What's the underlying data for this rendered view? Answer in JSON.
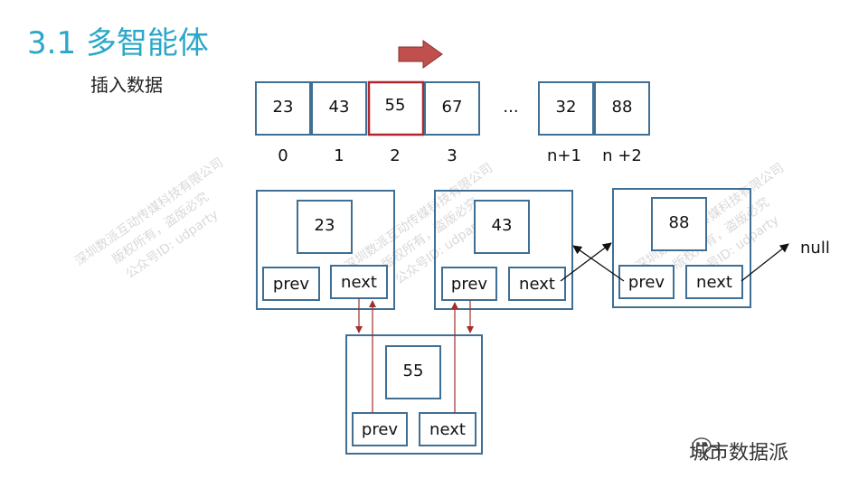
{
  "title": "3.1 多智能体",
  "subtitle": "插入数据",
  "array": {
    "cells": [
      {
        "value": "23",
        "index": "0",
        "highlight": false
      },
      {
        "value": "43",
        "index": "1",
        "highlight": false
      },
      {
        "value": "55",
        "index": "2",
        "highlight": true
      },
      {
        "value": "67",
        "index": "3",
        "highlight": false
      },
      {
        "value": "32",
        "index": "n+1",
        "highlight": false
      },
      {
        "value": "88",
        "index": "n +2",
        "highlight": false
      }
    ],
    "ellipsis": "..."
  },
  "nodes": {
    "n1": {
      "value": "23",
      "prev": "prev",
      "next": "next"
    },
    "n2": {
      "value": "43",
      "prev": "prev",
      "next": "next"
    },
    "n3": {
      "value": "88",
      "prev": "prev",
      "next": "next"
    },
    "n4": {
      "value": "55",
      "prev": "prev",
      "next": "next"
    }
  },
  "null_label": "null",
  "watermark": {
    "line1": "深圳数派互动传媒科技有限公司",
    "line2": "版权所有，盗版必究",
    "line3": "公众号ID: udparty"
  },
  "footer": "城市数据派",
  "colors": {
    "title": "#2aa7c9",
    "box_border": "#3f6f94",
    "highlight_border": "#b3262e",
    "arrow_fill": "#c0504d",
    "link_arrow": "#a0302a"
  }
}
